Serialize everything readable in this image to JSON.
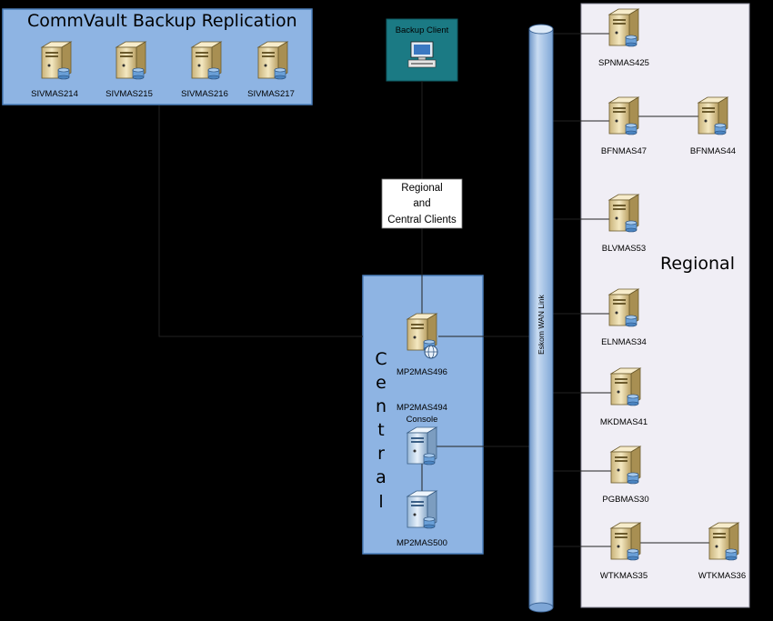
{
  "colors": {
    "background": "#000000",
    "panel_blue": "#8eb4e3",
    "panel_border": "#4a7ebb",
    "regional_panel": "#f0eef5",
    "teal": "#1b7a84",
    "pipe": "#9ec0e6",
    "server_body": "#e8d9a6",
    "server_blue_body": "#cfe2f3"
  },
  "commvault": {
    "title": "CommVault Backup Replication",
    "servers": [
      "SIVMAS214",
      "SIVMAS215",
      "SIVMAS216",
      "SIVMAS217"
    ]
  },
  "backup_client": {
    "label": "Backup Client",
    "icon": "desktop-computer-icon"
  },
  "clients_box": {
    "line1": "Regional",
    "line2": "and",
    "line3": "Central Clients"
  },
  "wan": {
    "label": "Eskom WAN Link"
  },
  "central": {
    "letters": [
      "C",
      "e",
      "n",
      "t",
      "r",
      "a",
      "l"
    ],
    "server1": "MP2MAS496",
    "server2_line1": "MP2MAS494",
    "server2_line2": "Console",
    "server3": "MP2MAS500"
  },
  "regional": {
    "label": "Regional",
    "servers": {
      "spnmas425": "SPNMAS425",
      "bfnmas47": "BFNMAS47",
      "bfnmas44": "BFNMAS44",
      "blvmas53": "BLVMAS53",
      "elnmas34": "ELNMAS34",
      "mkdmas41": "MKDMAS41",
      "pgbmas30": "PGBMAS30",
      "wtkmas35": "WTKMAS35",
      "wtkmas36": "WTKMAS36"
    }
  }
}
